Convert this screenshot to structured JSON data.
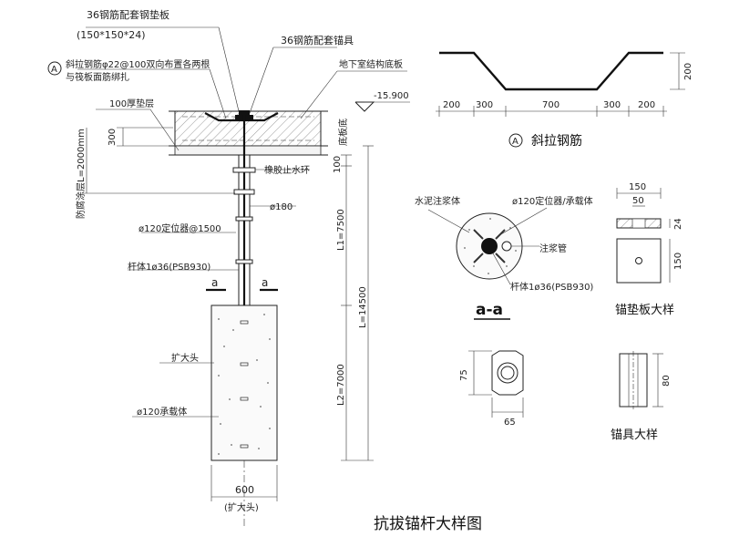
{
  "labels": {
    "plate_rebar": "36钢筋配套钢垫板",
    "plate_size": "(150*150*24)",
    "diag_rebar_1": "斜拉钢筋φ22@100双向布置各两根",
    "diag_rebar_2": "与筏板面筋绑扎",
    "anchorage": "36钢筋配套锚具",
    "basement_slab": "地下室结构底板",
    "elevation": "-15.900",
    "cushion": "100厚垫层",
    "dim_300": "300",
    "dim_100": "100",
    "slab_bottom": "底板底",
    "anticorrosion": "防腐涂层L=2000mm",
    "water_ring": "橡胶止水环",
    "d180": "ø180",
    "locator": "ø120定位器@1500",
    "rod": "杆体1ø36(PSB930)",
    "sec_a_left": "a",
    "sec_a_right": "a",
    "enlarged_head": "扩大头",
    "carrier": "ø120承载体",
    "L1": "L1=7500",
    "L": "L=14500",
    "L2": "L2=7000",
    "width_600": "600",
    "width_600_note": "(扩大头)",
    "main_title": "抗拔锚杆大样图"
  },
  "rebar_detail": {
    "marker": "A",
    "title": "斜拉钢筋",
    "dim_height": "200",
    "dims": [
      "200",
      "300",
      "700",
      "300",
      "200"
    ]
  },
  "section_aa": {
    "title": "a-a",
    "grout": "水泥注浆体",
    "locator": "ø120定位器/承载体",
    "pipe": "注浆管",
    "rod": "杆体1ø36(PSB930)"
  },
  "plate_detail": {
    "title": "锚垫板大样",
    "dim_150_top": "150",
    "dim_50": "50",
    "dim_24": "24",
    "dim_150_side": "150"
  },
  "anchor_detail": {
    "title": "锚具大样",
    "dim_75": "75",
    "dim_65": "65",
    "dim_80": "80"
  }
}
